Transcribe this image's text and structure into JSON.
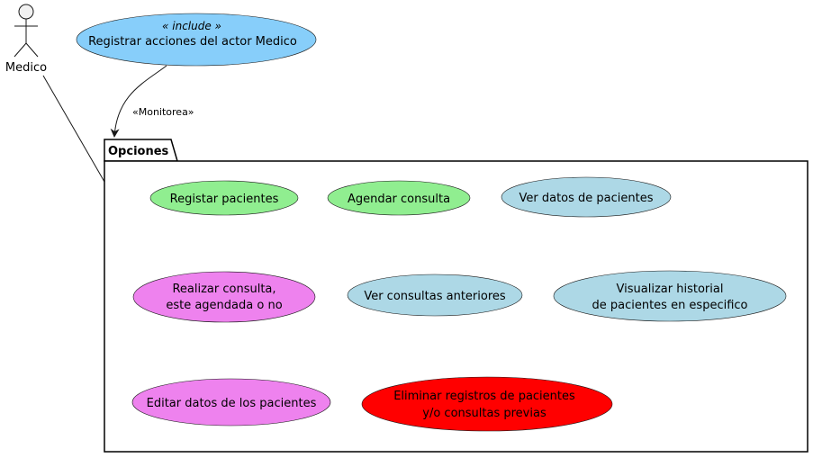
{
  "actor": {
    "name": "Medico"
  },
  "top_use_case": {
    "stereotype": "« include »",
    "label": "Registrar acciones del actor Medico",
    "color": "#87CEFA"
  },
  "relation": {
    "label": "«Monitorea»"
  },
  "package": {
    "title": "Opciones"
  },
  "use_cases": {
    "registrar_pacientes": {
      "label": "Registar pacientes",
      "color": "#90EE90"
    },
    "agendar_consulta": {
      "label": "Agendar consulta",
      "color": "#90EE90"
    },
    "ver_datos": {
      "label": "Ver datos de pacientes",
      "color": "#ADD8E6"
    },
    "realizar_consulta": {
      "line1": "Realizar consulta,",
      "line2": "este agendada o no",
      "color": "#EE82EE"
    },
    "ver_consultas": {
      "label": "Ver consultas anteriores",
      "color": "#ADD8E6"
    },
    "visualizar_historial": {
      "line1": "Visualizar historial",
      "line2": "de pacientes en especifico",
      "color": "#ADD8E6"
    },
    "editar_datos": {
      "label": "Editar datos de los pacientes",
      "color": "#EE82EE"
    },
    "eliminar_registros": {
      "line1": "Eliminar registros de pacientes",
      "line2": "y/o consultas previas",
      "color": "#FF0000"
    }
  }
}
